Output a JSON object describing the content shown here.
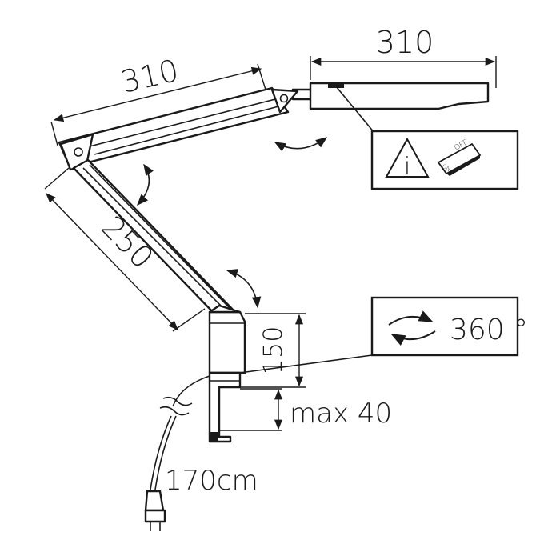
{
  "dimensions": {
    "head_width": "310",
    "upper_arm_length": "310",
    "lower_arm_length": "250",
    "base_height": "150",
    "clamp_max": "max 40",
    "cable_length": "170cm",
    "rotation": "360 °"
  },
  "switch_panel": {
    "info_symbol": "i",
    "switch_off_label": "OFF",
    "switch_on_label": "ON"
  },
  "colors": {
    "stroke": "#1a1a1a",
    "background": "#ffffff"
  }
}
